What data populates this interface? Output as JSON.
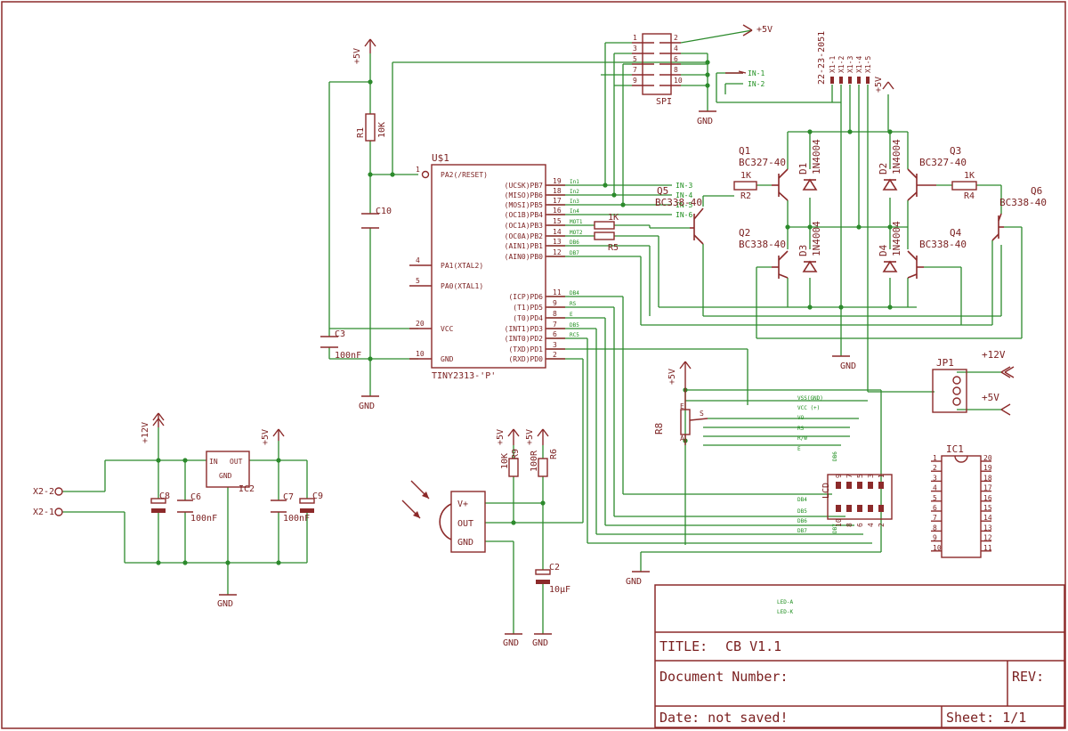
{
  "title_block": {
    "title_label": "TITLE:",
    "title_value": "CB V1.1",
    "docnum_label": "Document Number:",
    "rev_label": "REV:",
    "date_label": "Date: not saved!",
    "sheet_label": "Sheet: 1/1",
    "led_a": "LED-A",
    "led_k": "LED-K"
  },
  "mcu": {
    "name": "U$1",
    "value": "TINY2313-'P'",
    "left_pins": [
      {
        "num": "1",
        "name": "PA2(/RESET)"
      },
      {
        "num": "4",
        "name": "PA1(XTAL2)"
      },
      {
        "num": "5",
        "name": "PA0(XTAL1)"
      },
      {
        "num": "20",
        "name": "VCC"
      },
      {
        "num": "10",
        "name": "GND"
      }
    ],
    "right_pins": [
      {
        "num": "19",
        "name": "(UCSK)PB7",
        "net": "In1"
      },
      {
        "num": "18",
        "name": "(MISO)PB6",
        "net": "In2"
      },
      {
        "num": "17",
        "name": "(MOSI)PB5",
        "net": "In3"
      },
      {
        "num": "16",
        "name": "(OC1B)PB4",
        "net": "In4"
      },
      {
        "num": "15",
        "name": "(OC1A)PB3",
        "net": "MOT1"
      },
      {
        "num": "14",
        "name": "(OC0A)PB2",
        "net": "MOT2"
      },
      {
        "num": "13",
        "name": "(AIN1)PB1",
        "net": "DB6"
      },
      {
        "num": "12",
        "name": "(AIN0)PB0",
        "net": "DB7"
      },
      {
        "num": "11",
        "name": "(ICP)PD6",
        "net": "DB4"
      },
      {
        "num": "9",
        "name": "(T1)PD5",
        "net": "RS"
      },
      {
        "num": "8",
        "name": "(T0)PD4",
        "net": "E"
      },
      {
        "num": "7",
        "name": "(INT1)PD3",
        "net": "DB5"
      },
      {
        "num": "6",
        "name": "(INT0)PD2",
        "net": "RC5"
      },
      {
        "num": "3",
        "name": "(TXD)PD1",
        "net": ""
      },
      {
        "num": "2",
        "name": "(RXD)PD0",
        "net": ""
      }
    ]
  },
  "spi": {
    "name": "SPI",
    "left_nums": [
      "1",
      "3",
      "5",
      "7",
      "9"
    ],
    "right_nums": [
      "2",
      "4",
      "6",
      "8",
      "10"
    ],
    "in1": "IN-1",
    "in2": "IN-2"
  },
  "inputs": {
    "in3": "IN-3",
    "in4": "IN-4",
    "in5": "IN-5",
    "in6": "IN-6"
  },
  "supply": {
    "p5v": "+5V",
    "p12v": "+12V",
    "gnd": "GND"
  },
  "connector_x1": {
    "name": "22-23-2051",
    "pins": [
      "X1-1",
      "X1-2",
      "X1-3",
      "X1-4",
      "X1-5"
    ]
  },
  "connector_x2": {
    "pin1": "X2-1",
    "pin2": "X2-2"
  },
  "parts": {
    "r1": "R1",
    "r1v": "10K",
    "r2": "R2",
    "r2v": "1K",
    "r4": "R4",
    "r4v": "1K",
    "r5": "R5",
    "r5v": "1K",
    "r6": "R6",
    "r6v": "100R",
    "r8": "R8",
    "r9": "R9",
    "r9v": "10K",
    "c2": "C2",
    "c2v": "10µF",
    "c3": "C3",
    "c3v": "100nF",
    "c6": "C6",
    "c6v": "100nF",
    "c7": "C7",
    "c7v": "100nF",
    "c8": "C8",
    "c9": "C9",
    "c10": "C10",
    "q1": "Q1",
    "q1v": "BC327-40",
    "q2": "Q2",
    "q2v": "BC338-40",
    "q3": "Q3",
    "q3v": "BC327-40",
    "q4": "Q4",
    "q4v": "BC338-40",
    "q5": "Q5",
    "q5v": "BC338-40",
    "q6": "Q6",
    "q6v": "BC338-40",
    "d1": "D1",
    "d2": "D2",
    "d3": "D3",
    "d4": "D4",
    "dv": "1N4004",
    "ic1": "IC1",
    "ic2": "IC2",
    "jp1": "JP1",
    "lcd": "LCD",
    "ir_vplus": "V+",
    "ir_out": "OUT",
    "ir_gnd": "GND",
    "reg_in": "IN",
    "reg_out": "OUT",
    "reg_gnd": "GND",
    "pot_s": "S",
    "pot_a": "A",
    "pot_e": "E"
  },
  "lcd_nets": {
    "vss": "VSS(GND)",
    "vcc": "VCC (+)",
    "vo": "VO",
    "rs": "RS",
    "rw": "R/W",
    "e": "E",
    "db4": "DB4",
    "db5": "DB5",
    "db6": "DB6",
    "db7": "DB7",
    "db7b": "DB7",
    "db6b": "DB6",
    "top_nums": [
      "9",
      "7",
      "5",
      "3",
      "1"
    ],
    "bot_nums": [
      "10",
      "8",
      "6",
      "4",
      "2"
    ]
  },
  "ic1_pins": {
    "left": [
      "1",
      "2",
      "3",
      "4",
      "5",
      "6",
      "7",
      "8",
      "9",
      "10"
    ],
    "right": [
      "20",
      "19",
      "18",
      "17",
      "16",
      "15",
      "14",
      "13",
      "12",
      "11"
    ]
  }
}
